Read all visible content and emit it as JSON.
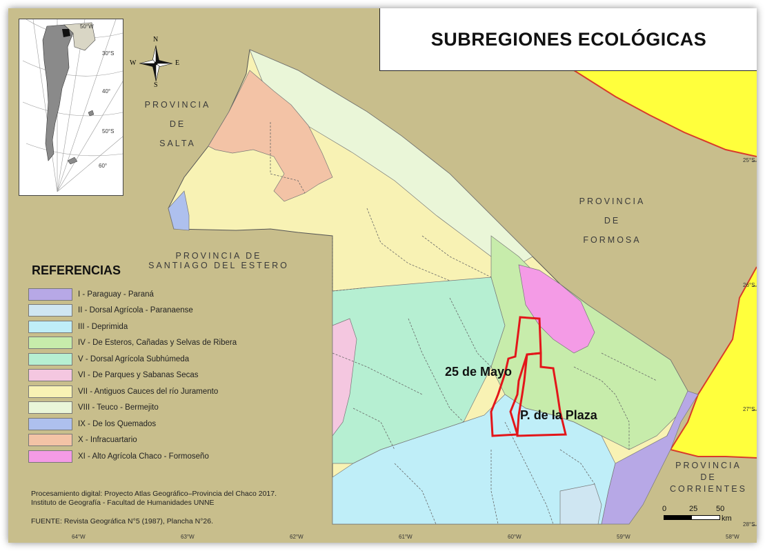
{
  "title": "SUBREGIONES ECOLÓGICAS",
  "provinces": {
    "salta": [
      "PROVINCIA",
      "DE",
      "SALTA"
    ],
    "formosa": [
      "PROVINCIA",
      "DE",
      "FORMOSA"
    ],
    "santiago": [
      "PROVINCIA DE",
      "SANTIAGO DEL ESTERO"
    ],
    "corrientes": [
      "PROVINCIA",
      "DE",
      "CORRIENTES"
    ]
  },
  "compass": {
    "n": "N",
    "s": "S",
    "e": "E",
    "w": "W"
  },
  "legend": {
    "title": "REFERENCIAS",
    "items": [
      {
        "label": "I - Paraguay - Paraná",
        "color": "#b7a8e6"
      },
      {
        "label": "II - Dorsal Agrícola - Paranaense",
        "color": "#cfe6f2"
      },
      {
        "label": "III - Deprimida",
        "color": "#bfeef8"
      },
      {
        "label": "IV - De Esteros, Cañadas y Selvas de Ribera",
        "color": "#c7ecab"
      },
      {
        "label": "V - Dorsal Agrícola Subhúmeda",
        "color": "#b6efd2"
      },
      {
        "label": "VI - De Parques y Sabanas Secas",
        "color": "#f4c7e0"
      },
      {
        "label": "VII - Antiguos Cauces del río Juramento",
        "color": "#f8f2b4"
      },
      {
        "label": "VIII - Teuco - Bermejito",
        "color": "#eaf6d8"
      },
      {
        "label": "IX - De los Quemados",
        "color": "#aec0ee"
      },
      {
        "label": "X - Infracuartario",
        "color": "#f3c3a6"
      },
      {
        "label": "XI - Alto Agrícola Chaco - Formoseño",
        "color": "#f49be6"
      }
    ]
  },
  "credits": {
    "line1": "Procesamiento digital: Proyecto Atlas Geográfico–Provincia del Chaco 2017.",
    "line2": "Instituto de Geografía - Facultad de Humanidades UNNE",
    "source": "FUENTE:  Revista Geográfica N°5 (1987), Plancha N°26."
  },
  "places": {
    "mayo": "25 de Mayo",
    "plaza": "P. de la Plaza"
  },
  "graticule": {
    "lon": [
      "64°W",
      "63°W",
      "62°W",
      "61°W",
      "60°W",
      "59°W",
      "58°W"
    ],
    "lat": [
      "25°S",
      "26°S",
      "27°S",
      "28°S"
    ],
    "inset": [
      "50°W",
      "30°S",
      "40°",
      "50°S",
      "60°"
    ]
  },
  "scale": {
    "ticks": [
      "0",
      "25",
      "50"
    ],
    "unit": "km"
  },
  "colors": {
    "neighbor": "#c8be8c",
    "paraguay": "#ffff3c",
    "border": "#d83b2b",
    "highlight": "#e3161a"
  }
}
